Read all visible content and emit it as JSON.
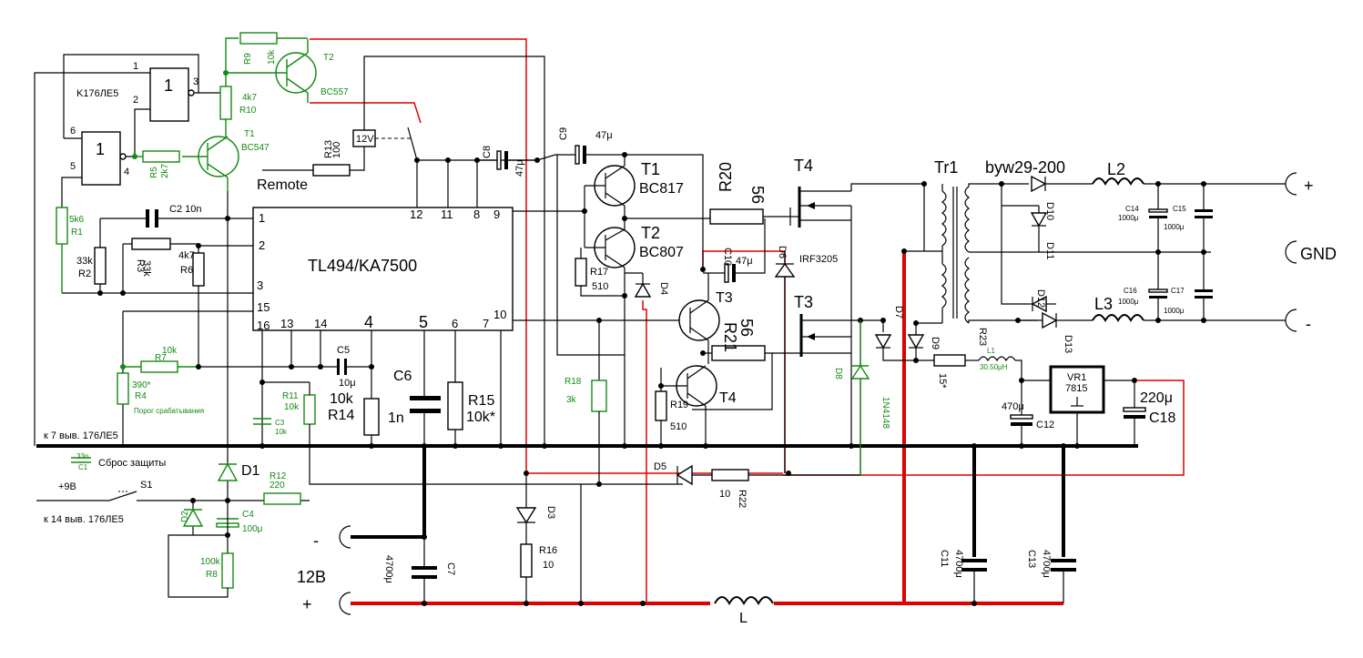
{
  "ic": {
    "name": "TL494/KA7500",
    "pins": [
      "1",
      "2",
      "3",
      "15",
      "16",
      "13",
      "14",
      "4",
      "5",
      "6",
      "7",
      "10",
      "9",
      "8",
      "11",
      "12"
    ]
  },
  "logic": {
    "chip": "K176ЛЕ5",
    "gate_symbol": "1",
    "pins": [
      "1",
      "2",
      "3",
      "6",
      "5",
      "4"
    ]
  },
  "left": {
    "T2": {
      "name": "T2",
      "type": "BC557"
    },
    "T1": {
      "name": "T1",
      "type": "BC547"
    },
    "R9": {
      "name": "R9",
      "value": "10k"
    },
    "R10": {
      "name": "R10",
      "value": "4k7"
    },
    "R5": {
      "name": "R5",
      "value": "2k7"
    },
    "R13": {
      "name": "R13",
      "value": "100"
    },
    "relay": "12V",
    "remote": "Remote",
    "R1": {
      "name": "R1",
      "value": "5k6"
    },
    "R2": {
      "name": "R2",
      "value": "33k"
    },
    "R3": {
      "name": "R3",
      "value": "33k"
    },
    "R6": {
      "name": "R6",
      "value": "4k7"
    },
    "C2": "C2 10n",
    "R7": {
      "name": "R7",
      "value": "10k"
    },
    "R4": {
      "name": "R4",
      "value": "390*"
    },
    "threshold": "Порог срабатывания",
    "R11": {
      "name": "R11",
      "value": "10k"
    },
    "C3": {
      "name": "C3",
      "value": "10k"
    },
    "C5": {
      "name": "C5",
      "value": "10μ"
    },
    "R14": {
      "name": "R14",
      "value": "10k"
    },
    "C6": {
      "name": "C6",
      "value": "1n"
    },
    "R15": {
      "name": "R15",
      "value": "10k*"
    },
    "k7": "к 7 выв. 176ЛЕ5",
    "k14": "к 14 выв. 176ЛЕ5",
    "C1": {
      "name": "C1",
      "value": "33n"
    },
    "reset": "Сброс защиты",
    "plus9": "+9В",
    "S1": "S1",
    "D1": "D1",
    "D2": "D2",
    "C4": {
      "name": "C4",
      "value": "100μ"
    },
    "R12": {
      "name": "R12",
      "value": "220"
    },
    "R8": {
      "name": "R8",
      "value": "100k"
    },
    "volts": "12В",
    "minus": "-",
    "plus": "+",
    "C7": {
      "name": "C7",
      "value": "4700μ"
    }
  },
  "driver": {
    "C9": {
      "name": "C9",
      "value": "47μ"
    },
    "C8": {
      "name": "C8",
      "value": "47μ"
    },
    "T1": {
      "name": "T1",
      "type": "BC817"
    },
    "T2": {
      "name": "T2",
      "type": "BC807"
    },
    "R17": {
      "name": "R17",
      "value": "510"
    },
    "D4": "D4",
    "C10": {
      "name": "C10",
      "value": "47μ"
    },
    "T3": "T3",
    "T4": "T4",
    "R18": {
      "name": "R18",
      "value": "3k"
    },
    "R19": {
      "name": "R19",
      "value": "510"
    },
    "R21": {
      "name": "R21",
      "value": "56"
    },
    "R20": {
      "name": "R20",
      "value": "56"
    },
    "D5": "D5",
    "R22": {
      "name": "R22",
      "value": "10"
    },
    "D3": "D3",
    "R16": {
      "name": "R16",
      "value": "10"
    },
    "D6": "D6"
  },
  "power": {
    "T4": "T4",
    "T3": "T3",
    "mosfet": "IRF3205",
    "D8": "D8",
    "d8type": "1N4148",
    "D7": "D7",
    "D9": "D9",
    "R23": {
      "name": "R23",
      "value": "15*"
    },
    "L1": {
      "name": "L1",
      "value": "30.50μH"
    },
    "VR1": {
      "name": "VR1",
      "type": "7815"
    },
    "C12": {
      "name": "C12",
      "value": "470μ"
    },
    "C18": {
      "name": "C18",
      "value": "220μ"
    },
    "C11": {
      "name": "C11",
      "value": "4700μ"
    },
    "C13": {
      "name": "C13",
      "value": "4700μ"
    },
    "L": "L",
    "Tr1": "Tr1",
    "diodes": "byw29-200",
    "D10": "D10",
    "D11": "D11",
    "D12": "D12",
    "D13": "D13",
    "L2": "L2",
    "L3": "L3",
    "C14": {
      "name": "C14",
      "value": "1000μ"
    },
    "C15": {
      "name": "C15",
      "value": "1000μ"
    },
    "C16": {
      "name": "C16",
      "value": "1000μ"
    },
    "C17": {
      "name": "C17",
      "value": "1000μ"
    },
    "out_plus": "+",
    "out_gnd": "GND",
    "out_minus": "-"
  }
}
